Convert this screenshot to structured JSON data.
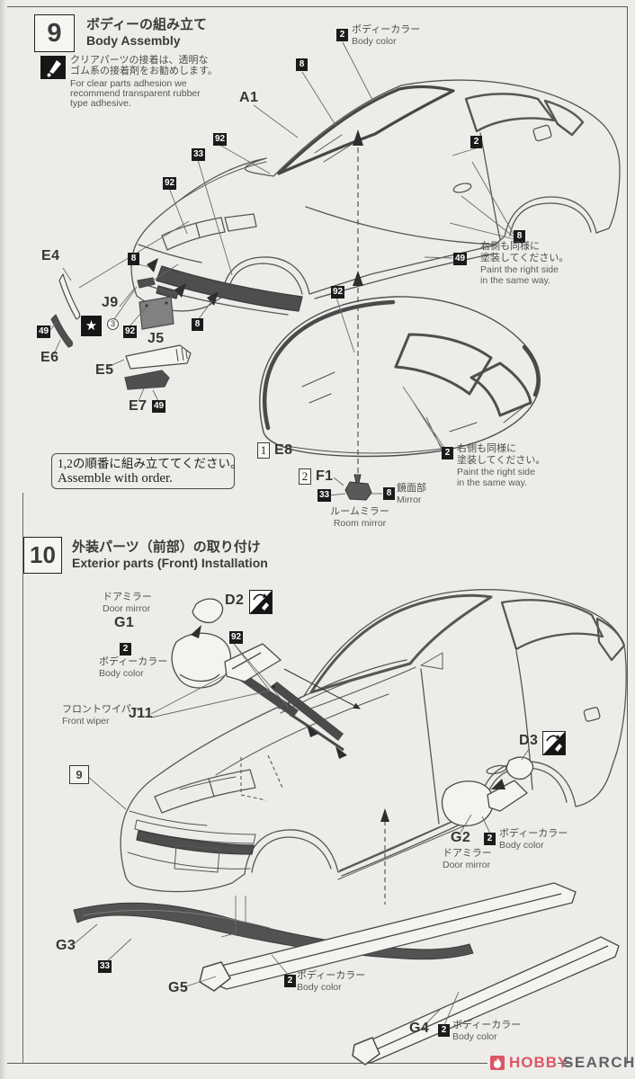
{
  "colors": {
    "page_bg": "#edece8",
    "line": "#565656",
    "callout_black": "#1b1b1b",
    "accent_red": "#dc5666",
    "logo_gray": "#5d6267"
  },
  "shared": {
    "body_color_jp": "ボディーカラー",
    "body_color_en": "Body color",
    "door_mirror_jp": "ドアミラー",
    "door_mirror_en": "Door mirror",
    "paint_right_jp1": "右側も同様に",
    "paint_right_jp2": "塗装してください。",
    "paint_right_en1": "Paint the right side",
    "paint_right_en2": "in the same way."
  },
  "step9": {
    "number": "9",
    "title_jp": "ボディーの組み立て",
    "title_en": "Body Assembly",
    "caution": {
      "jp1": "クリアパーツの接着は、透明な",
      "jp2": "ゴム系の接着剤をお勧めします。",
      "en1": "For clear parts adhesion we",
      "en2": "recommend transparent rubber",
      "en3": "type adhesive."
    },
    "assemble": {
      "jp": "1,2の順番に組み立ててください。",
      "en": "Assemble with order."
    },
    "order": {
      "first": "1",
      "second": "2"
    },
    "parts": {
      "a1": "A1",
      "e4": "E4",
      "j9": "J9",
      "j5": "J5",
      "e6": "E6",
      "e5": "E5",
      "e7": "E7",
      "e8": "E8",
      "f1": "F1"
    },
    "nums": {
      "n2": "2",
      "n8": "8",
      "n33": "33",
      "n49": "49",
      "n92": "92",
      "n3": "3"
    },
    "mirror_jp": "鏡面部",
    "mirror_en": "Mirror",
    "room_mirror_jp": "ルームミラー",
    "room_mirror_en": "Room mirror"
  },
  "step10": {
    "number": "10",
    "title_jp": "外装パーツ（前部）の取り付け",
    "title_en": "Exterior parts (Front) Installation",
    "parts": {
      "d2": "D2",
      "g1": "G1",
      "j11": "J11",
      "d3": "D3",
      "g2": "G2",
      "g3": "G3",
      "g4": "G4",
      "g5": "G5"
    },
    "nums": {
      "n2": "2",
      "n33": "33",
      "n92": "92"
    },
    "front_wiper_jp": "フロントワイパー",
    "front_wiper_en": "Front wiper",
    "ref_step": "9"
  },
  "logo": {
    "hobby": "HOBBY",
    "search": "SEARCH"
  }
}
